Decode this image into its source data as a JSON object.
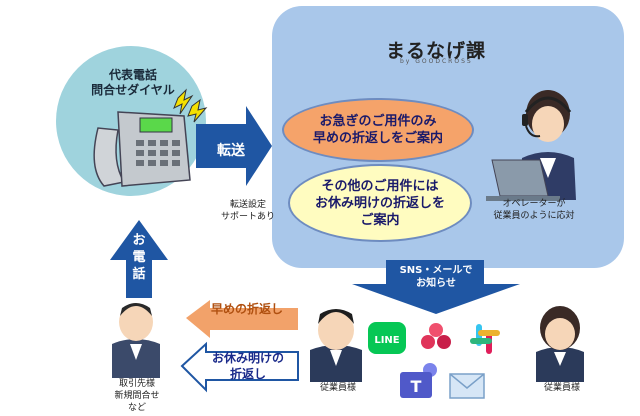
{
  "brand": {
    "name": "まるなげ課",
    "sub": "by GOODCROSS"
  },
  "phone": {
    "title_line1": "代表電話",
    "title_line2": "問合せダイヤル"
  },
  "transfer": {
    "label": "転送",
    "note_line1": "転送設定",
    "note_line2": "サポートあり"
  },
  "urgent": {
    "line1": "お急ぎのご用件のみ",
    "line2": "早めの折返しをご案内"
  },
  "other": {
    "line1": "その他のご用件には",
    "line2": "お休み明けの折返しを",
    "line3": "ご案内"
  },
  "operator": {
    "note_line1": "オペレーターが",
    "note_line2": "従業員のように応対"
  },
  "sns": {
    "line1": "SNS・メールで",
    "line2": "お知らせ"
  },
  "call": {
    "line1": "お",
    "line2": "電",
    "line3": "話"
  },
  "reply": {
    "early": "早めの折返し",
    "after_line1": "お休み明けの",
    "after_line2": "折返し"
  },
  "client": {
    "line1": "取引先様",
    "line2": "新規問合せ",
    "line3": "など"
  },
  "employee": {
    "label_left": "従業員様",
    "label_right": "従業員様"
  },
  "apps": {
    "line": "LINE"
  },
  "colors": {
    "panel": "#a9c7ea",
    "arrow": "#1f56a3",
    "circle": "#9fd3dd",
    "urgent": "#f5a36a",
    "other": "#fffcc0",
    "line_green": "#06c755",
    "slack": "#4a154b",
    "teams": "#5059c9",
    "reply_orange": "#f2a26a"
  }
}
